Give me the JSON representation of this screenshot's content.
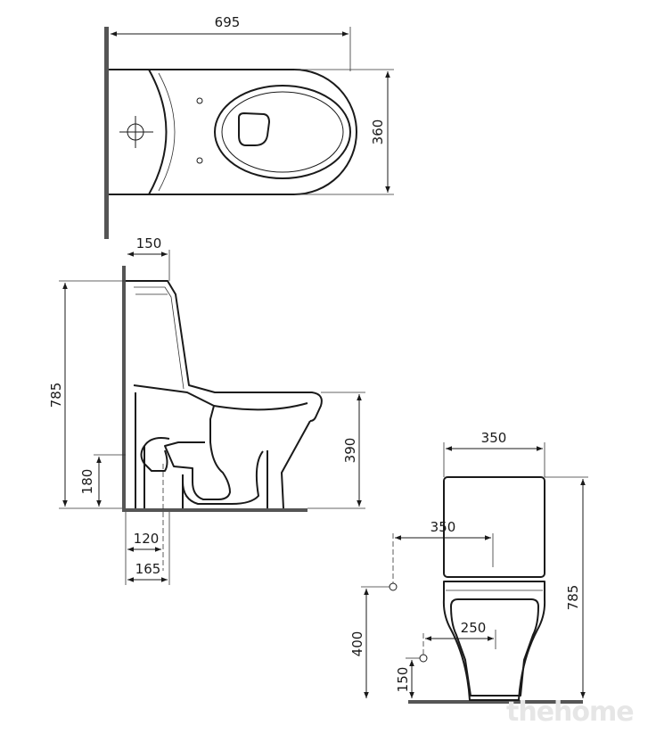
{
  "top_view": {
    "width_label": "695",
    "depth_label": "360"
  },
  "side_view": {
    "tank_depth_label": "150",
    "total_height_label": "785",
    "bowl_height_label": "390",
    "outlet_height_label": "180",
    "outlet_offset_label": "120",
    "outlet_center_label": "165"
  },
  "front_view": {
    "tank_width_label": "350",
    "inlet_spacing_label": "350",
    "height_label": "785",
    "inlet_height_label": "400",
    "inlet_small_label": "150",
    "fixing_spacing_label": "250"
  },
  "watermark": "thehome"
}
